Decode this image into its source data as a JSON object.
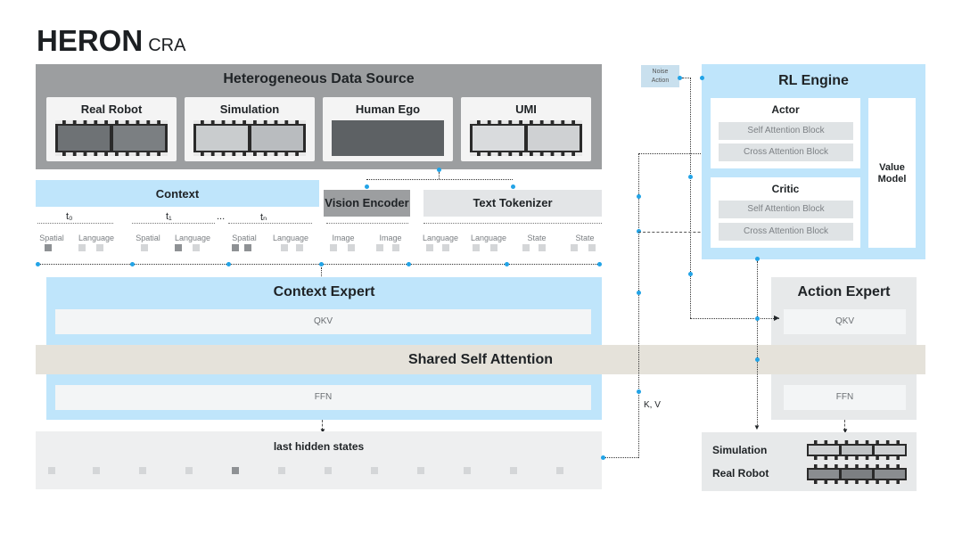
{
  "brand": {
    "name": "HERON",
    "suffix": "CRA"
  },
  "data_source": {
    "title": "Heterogeneous Data Source",
    "cards": [
      {
        "label": "Real Robot"
      },
      {
        "label": "Simulation"
      },
      {
        "label": "Human Ego"
      },
      {
        "label": "UMI"
      }
    ]
  },
  "context": {
    "title": "Context",
    "timesteps": [
      "t₀",
      "t₁",
      "...",
      "tₙ"
    ],
    "token_labels": [
      "Spatial",
      "Language"
    ]
  },
  "vision_encoder": {
    "title": "Vision Encoder",
    "token_labels": [
      "Image",
      "Image"
    ]
  },
  "text_tokenizer": {
    "title": "Text Tokenizer",
    "token_labels": [
      "Language",
      "Language",
      "State",
      "State"
    ]
  },
  "context_expert": {
    "title": "Context Expert",
    "qkv": "QKV",
    "ffn": "FFN"
  },
  "shared": {
    "title": "Shared Self Attention"
  },
  "hidden": {
    "title": "last hidden states"
  },
  "kv_label": "K, V",
  "noise_action": {
    "line1": "Noise",
    "line2": "Action"
  },
  "rl_engine": {
    "title": "RL Engine",
    "actor": {
      "title": "Actor",
      "self_block": "Self Attention Block",
      "cross_block": "Cross Attention Block"
    },
    "critic": {
      "title": "Critic",
      "self_block": "Self Attention Block",
      "cross_block": "Cross Attention Block"
    },
    "value_model": {
      "line1": "Value",
      "line2": "Model"
    }
  },
  "action_expert": {
    "title": "Action Expert",
    "qkv": "QKV",
    "ffn": "FFN"
  },
  "outputs": {
    "simulation": "Simulation",
    "real_robot": "Real Robot"
  },
  "colors": {
    "accent_blue": "#22a3e6",
    "light_blue": "#bfe5fb",
    "gray": "#9c9ea0",
    "beige": "#e5e2da"
  }
}
